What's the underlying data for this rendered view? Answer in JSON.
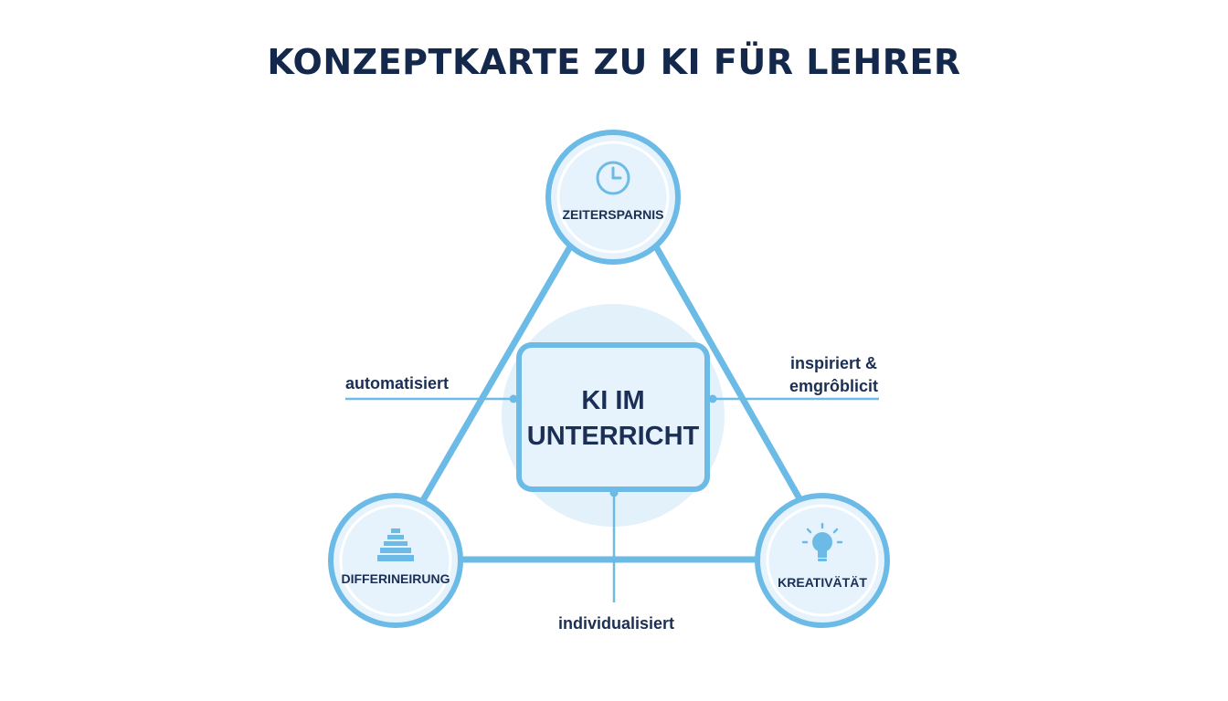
{
  "title": "KONZEPTKARTE ZU KI FÜR LEHRER",
  "center": {
    "line1": "KI IM",
    "line2": "UNTERRICHT"
  },
  "nodes": {
    "top": {
      "label": "ZEITERSPARNIS",
      "icon": "clock-icon"
    },
    "bottom_left": {
      "label": "DIFFERINEIRUNG",
      "icon": "pyramid-icon"
    },
    "bottom_right": {
      "label": "KREATIVÄTÄT",
      "icon": "lightbulb-icon"
    }
  },
  "connections": {
    "left": "automatisiert",
    "right_line1": "inspiriert &",
    "right_line2": "emgrôblicit",
    "bottom": "individualisiert"
  },
  "colors": {
    "title": "#14284b",
    "text": "#1b2f55",
    "accent": "#6cbbe6",
    "node_fill": "#e6f3fc",
    "halo": "#e3f1fb"
  }
}
